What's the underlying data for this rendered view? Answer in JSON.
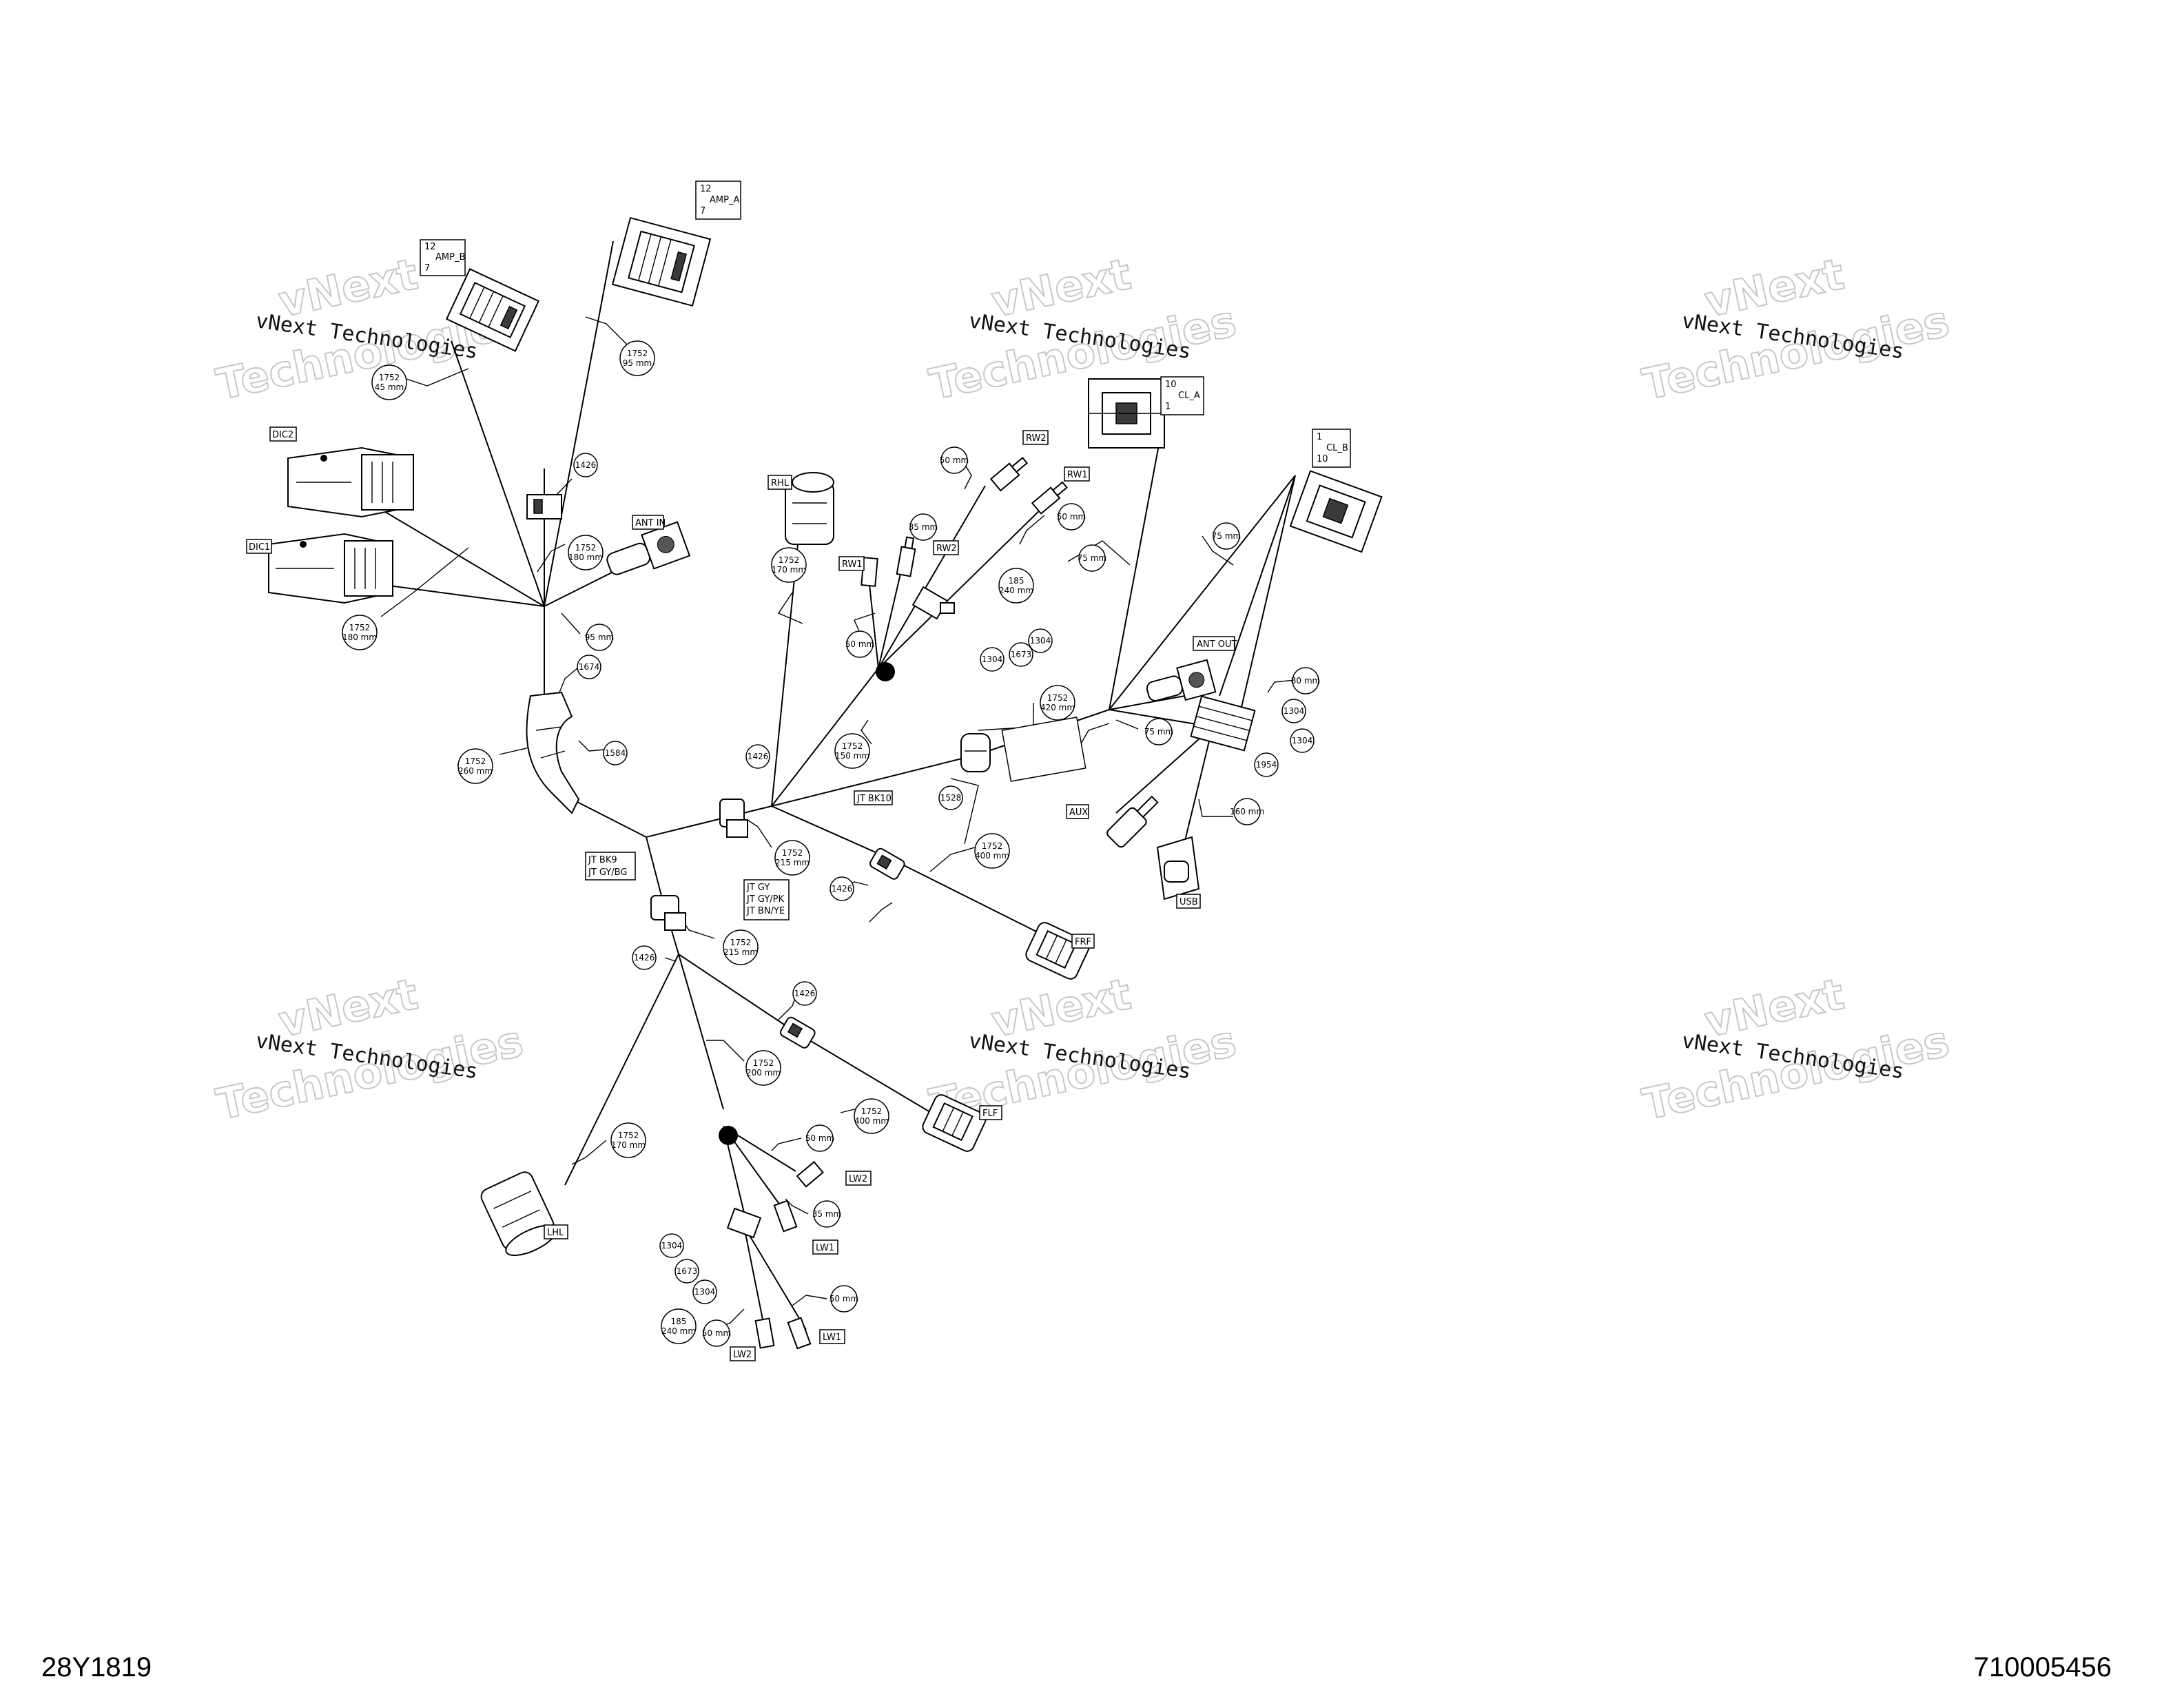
{
  "footer": {
    "left": "28Y1819",
    "right": "710005456"
  },
  "watermark": {
    "line1": "vNext Technologies",
    "line2": "vNext",
    "line3": "Technologies"
  },
  "labels": {
    "amp_b": {
      "top": "12",
      "name": "AMP_B",
      "bottom": "7"
    },
    "amp_a": {
      "top": "12",
      "name": "AMP_A",
      "bottom": "7"
    },
    "cl_a": {
      "top": "10",
      "name": "CL_A",
      "bottom": "1"
    },
    "cl_b": {
      "top": "1",
      "name": "CL_B",
      "bottom": "10"
    },
    "dic2": "DIC2",
    "dic1": "DIC1",
    "ant_in": "ANT IN",
    "ant_out": "ANT OUT",
    "rhl": "RHL",
    "lhl": "LHL",
    "rw2_a": "RW2",
    "rw1_a": "RW1",
    "rw2_b": "RW2",
    "rw1_b": "RW1",
    "lw2_a": "LW2",
    "lw1_a": "LW1",
    "lw1_b": "LW1",
    "lw2_b": "LW2",
    "aux": "AUX",
    "usb": "USB",
    "frf": "FRF",
    "flf": "FLF",
    "jt_bk10": "JT BK10",
    "jt_bk9": "JT BK9",
    "jt_gy_bg": "JT GY/BG",
    "jt_gy": "JT GY",
    "jt_gy_pk": "JT GY/PK",
    "jt_bn_ye": "JT BN/YE"
  },
  "callouts": {
    "c_1752_45": {
      "a": "1752",
      "b": "45 mm"
    },
    "c_1752_95": {
      "a": "1752",
      "b": "95 mm"
    },
    "c_1752_180a": {
      "a": "1752",
      "b": "180 mm"
    },
    "c_1752_180b": {
      "a": "1752",
      "b": "180 mm"
    },
    "c_1752_260": {
      "a": "1752",
      "b": "260 mm"
    },
    "c_1752_170a": {
      "a": "1752",
      "b": "170 mm"
    },
    "c_1752_150": {
      "a": "1752",
      "b": "150 mm"
    },
    "c_1752_420": {
      "a": "1752",
      "b": "420 mm"
    },
    "c_1752_215a": {
      "a": "1752",
      "b": "215 mm"
    },
    "c_1752_215b": {
      "a": "1752",
      "b": "215 mm"
    },
    "c_1752_400a": {
      "a": "1752",
      "b": "400 mm"
    },
    "c_1752_200": {
      "a": "1752",
      "b": "200 mm"
    },
    "c_1752_400b": {
      "a": "1752",
      "b": "400 mm"
    },
    "c_1752_170b": {
      "a": "1752",
      "b": "170 mm"
    },
    "c_185_240a": {
      "a": "185",
      "b": "240 mm"
    },
    "c_185_240b": {
      "a": "185",
      "b": "240 mm"
    },
    "c_95mm": "95 mm",
    "c_75mm_a": "75 mm",
    "c_75mm_b": "75 mm",
    "c_75mm_c": "75 mm",
    "c_50mm_a": "50 mm",
    "c_50mm_b": "50 mm",
    "c_50mm_c": "50 mm",
    "c_50mm_d": "50 mm",
    "c_50mm_e": "50 mm",
    "c_50mm_f": "50 mm",
    "c_35mm_a": "35 mm",
    "c_35mm_b": "35 mm",
    "c_80mm": "80 mm",
    "c_160mm": "160 mm",
    "c_1426_a": "1426",
    "c_1426_b": "1426",
    "c_1426_c": "1426",
    "c_1426_d": "1426",
    "c_1426_e": "1426",
    "c_1674": "1674",
    "c_1584": "1584",
    "c_1528": "1528",
    "c_1954": "1954",
    "c_1304_a": "1304",
    "c_1304_b": "1304",
    "c_1304_c": "1304",
    "c_1304_d": "1304",
    "c_1304_e": "1304",
    "c_1304_f": "1304",
    "c_1673_a": "1673",
    "c_1673_b": "1673"
  }
}
